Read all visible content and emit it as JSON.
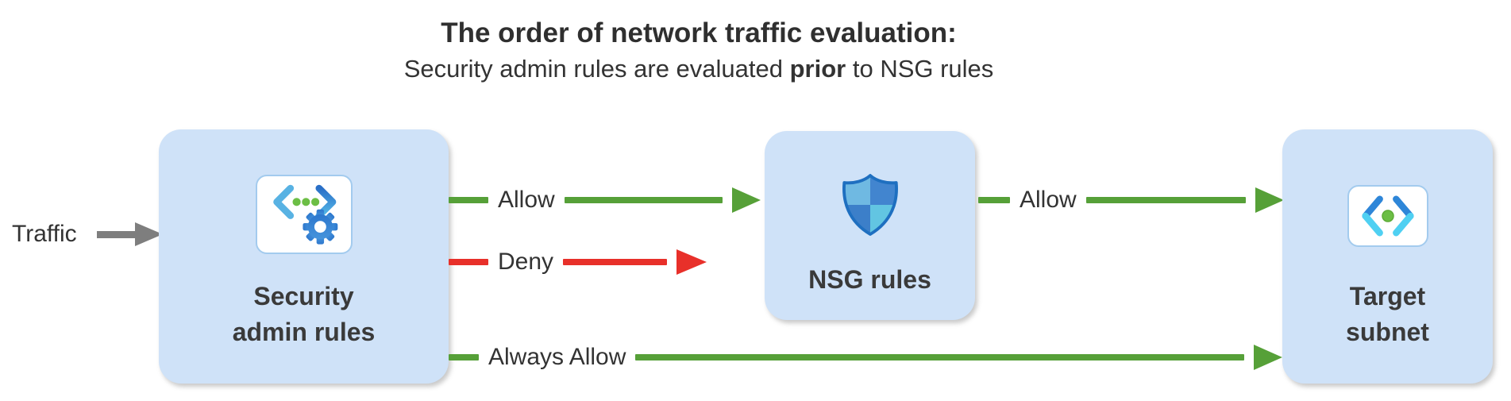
{
  "header": {
    "title": "The order of network traffic evaluation:",
    "subtitle_prefix": "Security admin rules are evaluated ",
    "subtitle_bold": "prior",
    "subtitle_suffix": " to NSG rules"
  },
  "nodes": {
    "security_admin": {
      "lines": [
        "Security",
        "admin rules"
      ],
      "icon": "code-gear-icon"
    },
    "nsg": {
      "lines": [
        "NSG rules"
      ],
      "icon": "security-shield-icon"
    },
    "target_subnet": {
      "lines": [
        "Target",
        "subnet"
      ],
      "icon": "subnet-brackets-icon"
    }
  },
  "arrows": {
    "traffic": {
      "label": "Traffic",
      "color": "#7e7e7e"
    },
    "allow_1": {
      "label": "Allow",
      "color": "#56a038"
    },
    "deny": {
      "label": "Deny",
      "color": "#e8302a"
    },
    "allow_2": {
      "label": "Allow",
      "color": "#56a038"
    },
    "always_allow": {
      "label": "Always Allow",
      "color": "#56a038"
    }
  },
  "colors": {
    "node_fill": "#cfe2f8",
    "allow_green": "#56a038",
    "deny_red": "#e8302a",
    "traffic_gray": "#7e7e7e",
    "text": "#333333",
    "shield_outline": "#1e6fc0",
    "icon_blue": "#2e7cd6",
    "icon_cyan": "#4fd0f2",
    "icon_green": "#6cbe45"
  }
}
